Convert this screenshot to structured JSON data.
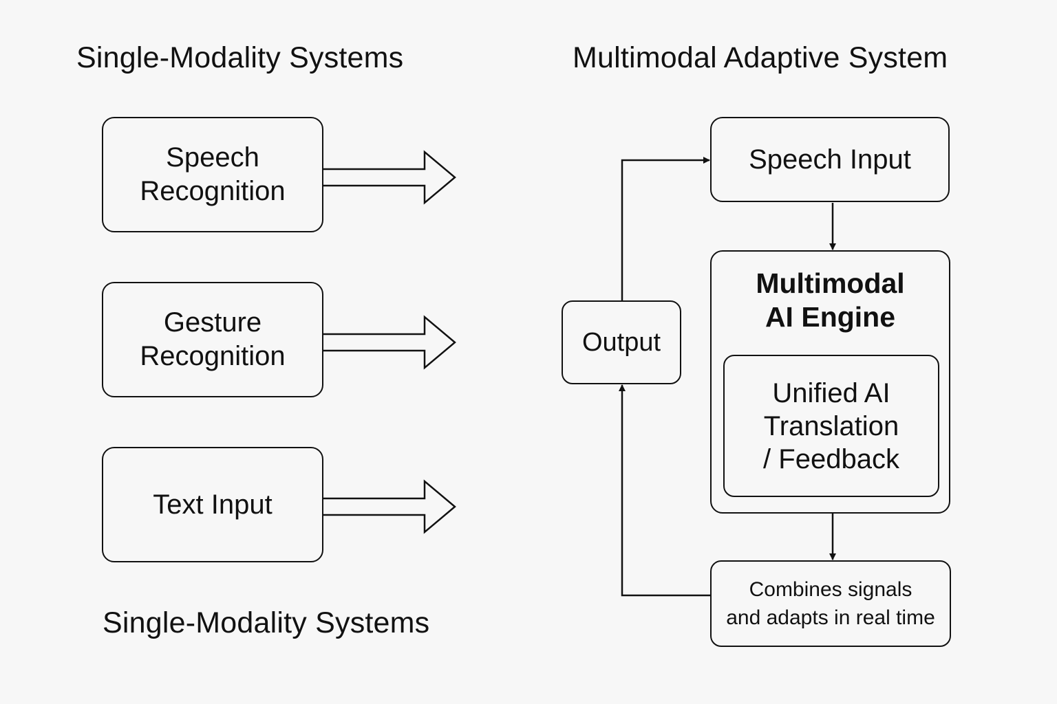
{
  "left_panel": {
    "title": "Single-Modality Systems",
    "footer": "Single-Modality Systems",
    "modules": [
      {
        "id": "speech",
        "label": "Speech\nRecognition"
      },
      {
        "id": "gesture",
        "label": "Gesture\nRecognition"
      },
      {
        "id": "text",
        "label": "Text Input"
      }
    ]
  },
  "right_panel": {
    "title": "Multimodal Adaptive System",
    "speech_input": "Speech Input",
    "engine": {
      "title": "Multimodal\nAI Engine",
      "inner": "Unified AI\nTranslation\n/ Feedback"
    },
    "output": "Output",
    "adapt_note": "Combines signals\nand adapts in real time"
  },
  "colors": {
    "stroke": "#111111",
    "background": "#f7f7f7"
  }
}
